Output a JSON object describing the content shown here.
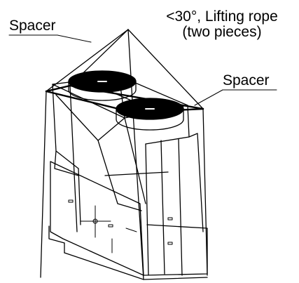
{
  "labels": {
    "spacer_left": "Spacer",
    "spacer_right": "Spacer",
    "rope_line1": "<30°, Lifting rope",
    "rope_line2": "(two pieces)"
  },
  "colors": {
    "ink": "#000000",
    "fan_fill": "#000000",
    "background": "#ffffff"
  }
}
